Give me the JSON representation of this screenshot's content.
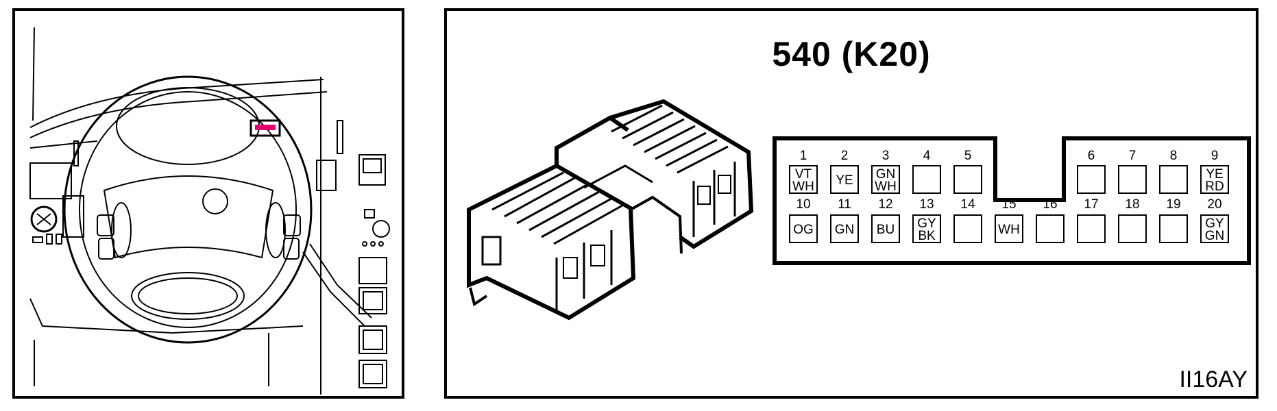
{
  "connector": {
    "title": "540 (K20)",
    "code": "II16AY"
  },
  "colors": {
    "locator": "#e0006e"
  },
  "pins": {
    "top": [
      {
        "num": "1",
        "color": [
          "VT",
          "WH"
        ]
      },
      {
        "num": "2",
        "color": [
          "YE"
        ]
      },
      {
        "num": "3",
        "color": [
          "GN",
          "WH"
        ]
      },
      {
        "num": "4",
        "color": []
      },
      {
        "num": "5",
        "color": []
      },
      {
        "num": "6",
        "color": []
      },
      {
        "num": "7",
        "color": []
      },
      {
        "num": "8",
        "color": []
      },
      {
        "num": "9",
        "color": [
          "YE",
          "RD"
        ]
      }
    ],
    "bottom": [
      {
        "num": "10",
        "color": [
          "OG"
        ]
      },
      {
        "num": "11",
        "color": [
          "GN"
        ]
      },
      {
        "num": "12",
        "color": [
          "BU"
        ]
      },
      {
        "num": "13",
        "color": [
          "GY",
          "BK"
        ]
      },
      {
        "num": "14",
        "color": []
      },
      {
        "num": "15",
        "color": [
          "WH"
        ]
      },
      {
        "num": "16",
        "color": []
      },
      {
        "num": "17",
        "color": []
      },
      {
        "num": "18",
        "color": []
      },
      {
        "num": "19",
        "color": []
      },
      {
        "num": "20",
        "color": [
          "GY",
          "GN"
        ]
      }
    ]
  }
}
